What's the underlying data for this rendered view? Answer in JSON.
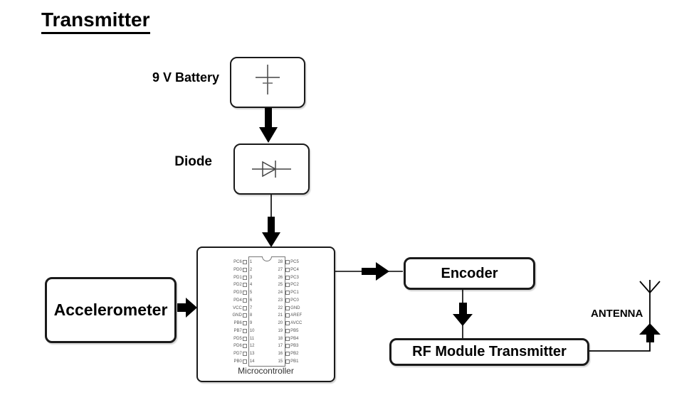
{
  "title": "Transmitter",
  "blocks": {
    "battery": {
      "label": "9 V Battery"
    },
    "diode": {
      "label": "Diode"
    },
    "microcontroller": {
      "label": "Microcontroller"
    },
    "accelerometer": {
      "label": "Accelerometer"
    },
    "encoder": {
      "label": "Encoder"
    },
    "rf_module": {
      "label": "RF Module Transmitter"
    },
    "antenna": {
      "label": "ANTENNA"
    }
  },
  "ic": {
    "rows": [
      {
        "left_name": "PC6",
        "left_num": "1",
        "right_num": "28",
        "right_name": "PC5"
      },
      {
        "left_name": "PD0",
        "left_num": "2",
        "right_num": "27",
        "right_name": "PC4"
      },
      {
        "left_name": "PD1",
        "left_num": "3",
        "right_num": "26",
        "right_name": "PC3"
      },
      {
        "left_name": "PD2",
        "left_num": "4",
        "right_num": "25",
        "right_name": "PC2"
      },
      {
        "left_name": "PD3",
        "left_num": "5",
        "right_num": "24",
        "right_name": "PC1"
      },
      {
        "left_name": "PD4",
        "left_num": "6",
        "right_num": "23",
        "right_name": "PC0"
      },
      {
        "left_name": "VCC",
        "left_num": "7",
        "right_num": "22",
        "right_name": "GND"
      },
      {
        "left_name": "GND",
        "left_num": "8",
        "right_num": "21",
        "right_name": "AREF"
      },
      {
        "left_name": "PB6",
        "left_num": "9",
        "right_num": "20",
        "right_name": "AVCC"
      },
      {
        "left_name": "PB7",
        "left_num": "10",
        "right_num": "19",
        "right_name": "PB5"
      },
      {
        "left_name": "PD5",
        "left_num": "11",
        "right_num": "18",
        "right_name": "PB4"
      },
      {
        "left_name": "PD6",
        "left_num": "12",
        "right_num": "17",
        "right_name": "PB3"
      },
      {
        "left_name": "PD7",
        "left_num": "13",
        "right_num": "16",
        "right_name": "PB2"
      },
      {
        "left_name": "PB0",
        "left_num": "14",
        "right_num": "15",
        "right_name": "PB1"
      }
    ]
  },
  "icons": {
    "battery": "battery-cell-icon",
    "diode": "diode-icon",
    "antenna": "antenna-icon",
    "arrows": "block-arrow"
  },
  "colors": {
    "line": "#000000",
    "box_border": "#1a1a1a",
    "ic_detail": "#777777",
    "ic_text": "#555555",
    "background": "#ffffff"
  }
}
